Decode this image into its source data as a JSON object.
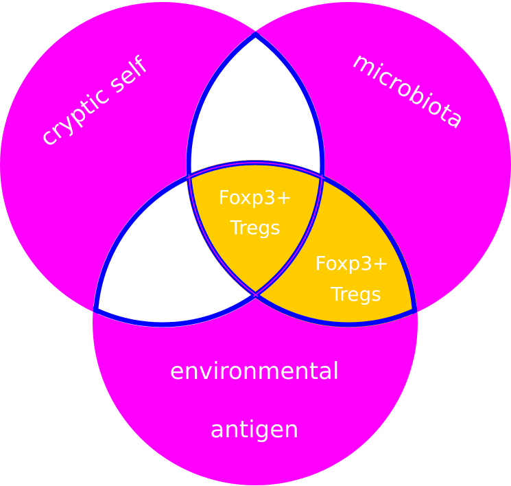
{
  "colors": {
    "set_fill": "#ff00ff",
    "outline": "#0000ff",
    "overlap_highlight": "#ffcc00",
    "overlap_plain": "#ffffff",
    "label_text": "#ffffff"
  },
  "sets": [
    {
      "id": "left",
      "label": "cryptic self"
    },
    {
      "id": "right",
      "label": "microbiota"
    },
    {
      "id": "bottom",
      "label_line1": "environmental",
      "label_line2": "antigen"
    }
  ],
  "regions": {
    "left_right": {
      "fill": "plain",
      "label": ""
    },
    "left_bottom": {
      "fill": "plain",
      "label": ""
    },
    "all_three": {
      "fill": "highlight",
      "label_line1": "Foxp3+",
      "label_line2": "Tregs"
    },
    "right_bottom": {
      "fill": "highlight",
      "label_line1": "Foxp3+",
      "label_line2": "Tregs"
    }
  }
}
